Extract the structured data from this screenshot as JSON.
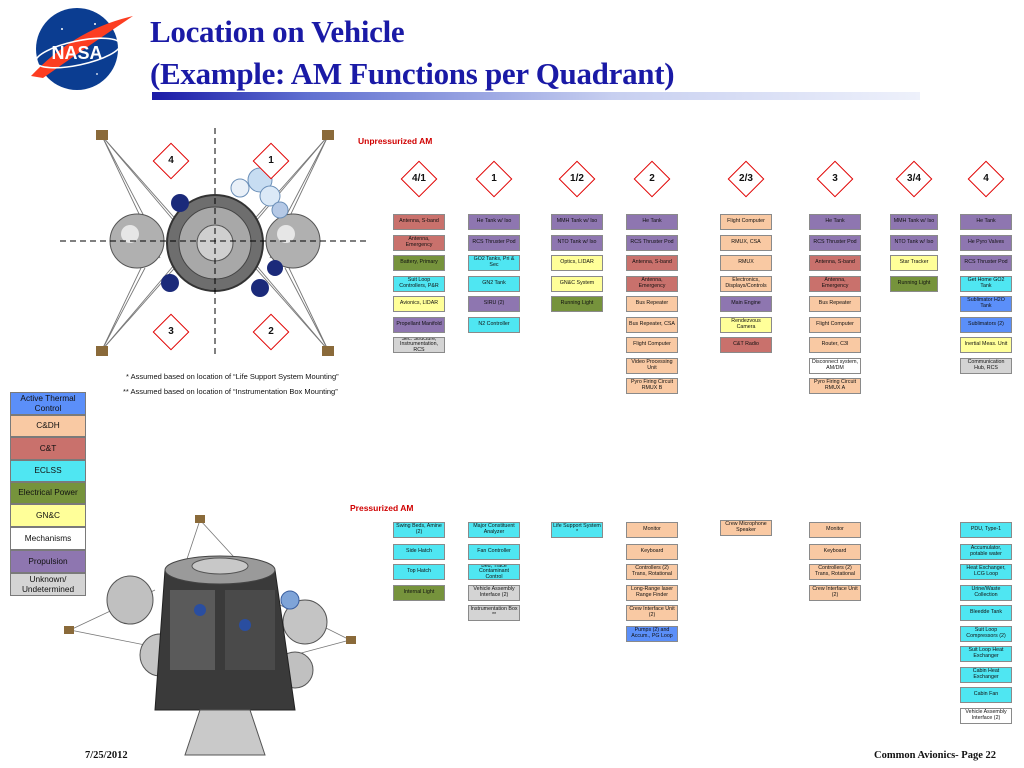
{
  "title": {
    "line1": "Location on Vehicle",
    "line2": "(Example: AM Functions per Quadrant)"
  },
  "logo": {
    "text": "NASA"
  },
  "vehicle_diamonds": {
    "d4": "4",
    "d1": "1",
    "d3": "3",
    "d2": "2"
  },
  "sections": {
    "unpressurized": "Unpressurized AM",
    "pressurized": "Pressurized AM"
  },
  "columns": [
    "4/1",
    "1",
    "1/2",
    "2",
    "2/3",
    "3",
    "3/4",
    "4"
  ],
  "notes": {
    "n1": "* Assumed based on location of “Life Support System Mounting”",
    "n2": "** Assumed based on location of “Instrumentation Box Mounting”"
  },
  "colors": {
    "Active Thermal Control": "#5b8ff9",
    "C&DH": "#f9c9a3",
    "C&T": "#c9716c",
    "ECLSS": "#4fe6f2",
    "Electrical Power": "#76933c",
    "GN&C": "#ffff99",
    "Mechanisms": "#ffffff",
    "Propulsion": "#8e76b0",
    "Unknown/ Undetermined": "#d4d4d4"
  },
  "legend": [
    "Active Thermal Control",
    "C&DH",
    "C&T",
    "ECLSS",
    "Electrical Power",
    "GN&C",
    "Mechanisms",
    "Propulsion",
    "Unknown/ Undetermined"
  ],
  "unpressurized_boxes": [
    [
      "Antenna, S-band",
      "Antenna, Emergency",
      "Battery, Primary",
      "Suit Loop Controllers, P&R",
      "Avionics, LIDAR",
      "Propellant Manifold",
      "Sec. Structure, Instrumentation, RCS"
    ],
    [
      "He Tank w/ Iso",
      "RCS Thruster Pod",
      "GO2 Tanks, Pri & Sec",
      "GN2 Tank",
      "SIRU (2)",
      "N2 Controller"
    ],
    [
      "MMH Tank w/ Iso",
      "NTO Tank w/ Iso",
      "Optics, LIDAR",
      "GN&C System",
      "Running Light"
    ],
    [
      "He Tank",
      "RCS Thruster Pod",
      "Antenna, S-band",
      "Antenna, Emergency",
      "Bus Repeater",
      "Bus Repeater, CSA",
      "Flight Computer",
      "Video Processing Unit",
      "Pyro Firing Circuit RMUX B"
    ],
    [
      "Flight Computer",
      "RMUX, CSA",
      "RMUX",
      "Electronics, Displays/Controls",
      "Main Engine",
      "Rendezvous Camera",
      "C&T Radio"
    ],
    [
      "He Tank",
      "RCS Thruster Pod",
      "Antenna, S-band",
      "Antenna, Emergency",
      "Bus Repeater",
      "Flight Computer",
      "Router, C3I",
      "Disconnect system, AM/DM",
      "Pyro Firing Circuit RMUX A"
    ],
    [
      "MMH Tank w/ Iso",
      "NTO Tank w/ Iso",
      "Star Tracker",
      "Running Light"
    ],
    [
      "He Tank",
      "He Pyro Valves",
      "RCS Thruster Pod",
      "Get Home GO2 Tank",
      "Sublimator H2O Tank",
      "Sublimators (2)",
      "Inertial Meas. Unit",
      "Communication Hub, RCS"
    ]
  ],
  "pressurized_boxes": [
    [
      "Swing Beds, Amine (2)",
      "Side Hatch",
      "Top Hatch",
      "Internal Light"
    ],
    [
      "Major Constituent Analyzer",
      "Fan Controller",
      "Bed, Trace Contaminant Control",
      "Vehicle Assembly Interface (2)",
      "Instrumentation Box **"
    ],
    [
      "Life Support System *"
    ],
    [
      "Monitor",
      "Keyboard",
      "Controllers (2) Trans, Rotational",
      "Long-Range laser Range Finder",
      "Crew Interface Unit (2)",
      "Pumps (2) and Accum., PG Loop"
    ],
    [
      "Crew Microphone Speaker"
    ],
    [
      "Monitor",
      "Keyboard",
      "Controllers (2) Trans, Rotational",
      "Crew Interface Unit (2)"
    ],
    [],
    [
      "PDU, Type-1",
      "Accumulator, potable water",
      "Heat Exchanger, LCG Loop",
      "Urine/Waste Collection",
      "Bleedde Tank",
      "Suit Loop Compressors (2)",
      "Suit Loop Heat Exchanger",
      "Cabin Heat Exchanger",
      "Cabin Fan",
      "Vehicle Assembly Interface (2)"
    ]
  ],
  "footer": {
    "date": "7/25/2012",
    "page": "Common Avionics- Page 22"
  }
}
